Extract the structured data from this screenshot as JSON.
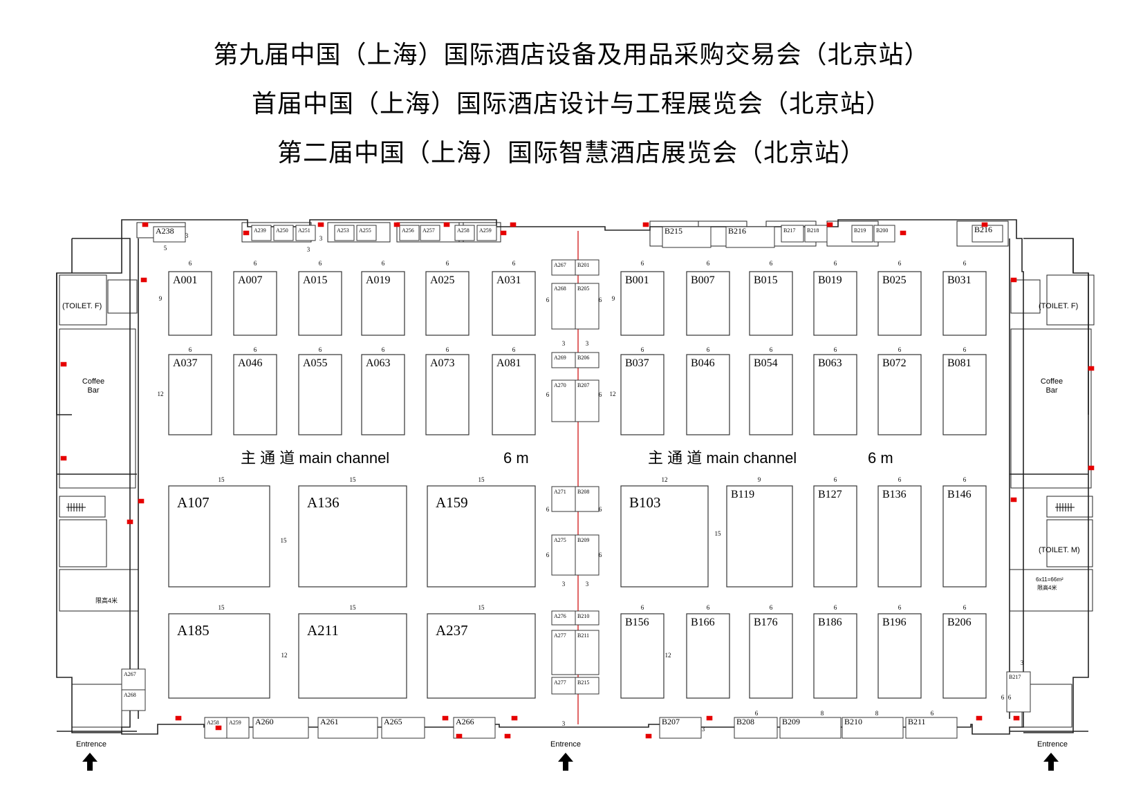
{
  "titles": [
    "第九届中国（上海）国际酒店设备及用品采购交易会（北京站）",
    "首届中国（上海）国际酒店设计与工程展览会（北京站）",
    "第二届中国（上海）国际智慧酒店展览会（北京站）"
  ],
  "colors": {
    "wall": "#222222",
    "booth": "#333333",
    "marker": "#e60000",
    "divider": "#cc0000"
  },
  "channel": {
    "left_label": "主 通 道 main channel",
    "left_width": "6 m",
    "right_label": "主 通 道 main channel",
    "right_width": "6 m"
  },
  "facilities": {
    "toilet_f_left": "(TOILET. F)",
    "toilet_f_right": "(TOILET. F)",
    "toilet_m_right": "(TOILET. M)",
    "coffee_left": [
      "Coffee",
      "Bar"
    ],
    "coffee_right": [
      "Coffee",
      "Bar"
    ],
    "height_limit_left": "限高4米",
    "area_note_right": "6x11=66m²",
    "height_limit_right": "限高4米",
    "stairs_icon": "stairs-icon"
  },
  "entrances": [
    "Entrence",
    "Entrence",
    "Entrence"
  ],
  "big_booths": [
    {
      "id": "A001"
    },
    {
      "id": "A007"
    },
    {
      "id": "A015"
    },
    {
      "id": "A019"
    },
    {
      "id": "A025"
    },
    {
      "id": "A031"
    },
    {
      "id": "B001"
    },
    {
      "id": "B007"
    },
    {
      "id": "B015"
    },
    {
      "id": "B019"
    },
    {
      "id": "B025"
    },
    {
      "id": "B031"
    },
    {
      "id": "A037"
    },
    {
      "id": "A046"
    },
    {
      "id": "A055"
    },
    {
      "id": "A063"
    },
    {
      "id": "A073"
    },
    {
      "id": "A081"
    },
    {
      "id": "B037"
    },
    {
      "id": "B046"
    },
    {
      "id": "B054"
    },
    {
      "id": "B063"
    },
    {
      "id": "B072"
    },
    {
      "id": "B081"
    },
    {
      "id": "A107"
    },
    {
      "id": "A136"
    },
    {
      "id": "A159"
    },
    {
      "id": "B103"
    },
    {
      "id": "B119"
    },
    {
      "id": "B127"
    },
    {
      "id": "B136"
    },
    {
      "id": "B146"
    },
    {
      "id": "A185"
    },
    {
      "id": "A211"
    },
    {
      "id": "A237"
    },
    {
      "id": "B156"
    },
    {
      "id": "B166"
    },
    {
      "id": "B176"
    },
    {
      "id": "B186"
    },
    {
      "id": "B196"
    },
    {
      "id": "B206"
    }
  ],
  "small_booths": [
    "A238",
    "A239",
    "A250",
    "A251",
    "A253",
    "A255",
    "A256",
    "A257",
    "A258",
    "A259",
    "B215",
    "B216",
    "B217",
    "B218",
    "B219",
    "B200",
    "B216",
    "A267",
    "B201",
    "A268",
    "B205",
    "A269",
    "B206",
    "A270",
    "B207",
    "A271",
    "B208",
    "A275",
    "B209",
    "A276",
    "B210",
    "A277",
    "B211",
    "A277",
    "B215",
    "A267",
    "A268",
    "A258",
    "A259",
    "A260",
    "A261",
    "A265",
    "A266",
    "B207",
    "B208",
    "B209",
    "B210",
    "B211",
    "B217"
  ],
  "dimensions": {
    "top_row": [
      "6",
      "6",
      "6",
      "6",
      "6",
      "6",
      "6",
      "6",
      "6",
      "6",
      "6",
      "6"
    ],
    "second_row": [
      "6",
      "6",
      "6",
      "6",
      "6",
      "6",
      "6",
      "6",
      "6",
      "6",
      "6",
      "6"
    ],
    "third_row": [
      "15",
      "15",
      "15",
      "12",
      "9",
      "6",
      "6",
      "6"
    ],
    "bottom_row": [
      "15",
      "15",
      "15",
      "6",
      "6",
      "6",
      "6",
      "6",
      "6"
    ],
    "depth_labels": [
      "9",
      "12",
      "15",
      "12",
      "9",
      "12",
      "15",
      "12"
    ],
    "center_labels": [
      "6",
      "6",
      "3",
      "3",
      "6",
      "6",
      "6",
      "6",
      "3",
      "3",
      "6",
      "6"
    ],
    "misc": [
      "5",
      "3",
      "3",
      "3",
      "3",
      "3",
      "6",
      "8",
      "8",
      "6",
      "6",
      "3",
      "6"
    ]
  }
}
